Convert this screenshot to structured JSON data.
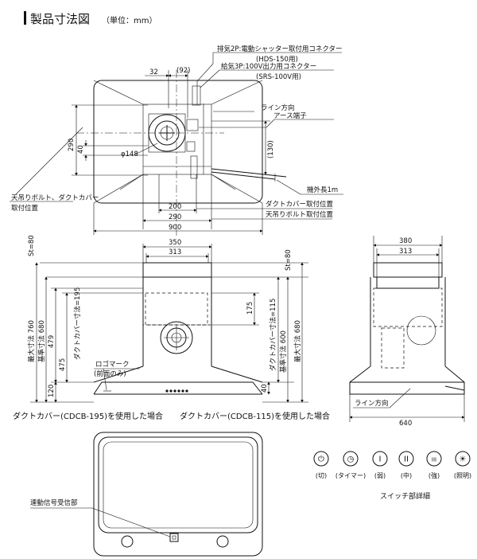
{
  "header": {
    "title": "製品寸法図",
    "unit": "（単位：mm）"
  },
  "top_view": {
    "labels": {
      "exhaust_connector": "排気2P:電動シャッター取付用コネクター",
      "exhaust_model": "(HDS-150用)",
      "supply_connector": "給気3P:100V出力用コネクター",
      "supply_model": "(SRS-100V用)",
      "line_direction": "ライン方向",
      "earth_terminal": "アース端子",
      "cord_length": "機外長1m",
      "duct_cover_pos": "ダクトカバー取付位置",
      "bolt_pos": "天吊りボルト取付位置",
      "bolt_duct_pos_1": "天吊りボルト、ダクトカバー",
      "bolt_duct_pos_2": "取付位置"
    },
    "dims": {
      "d32": "32",
      "d92": "(92)",
      "d290v": "290",
      "d40v": "40",
      "phi148": "φ148",
      "d130": "(130)",
      "d200": "200",
      "d290h": "290",
      "d900": "900"
    }
  },
  "front_view": {
    "dims": {
      "st80_left": "St=80",
      "st80_right": "St=80",
      "w350": "350",
      "w313": "313",
      "max760": "最大寸法 760",
      "std680_left": "基準寸法 680",
      "h479": "479",
      "h475": "475",
      "duct195": "ダクトカバー寸法=195",
      "h120": "120",
      "h175": "175",
      "std600": "基準寸法 600",
      "max680": "最大寸法 680",
      "duct115": "ダクトカバー寸法=115",
      "h40": "40"
    },
    "logo_mark": "ロゴマーク",
    "logo_note": "(前面のみ)",
    "caption_195": "ダクトカバー(CDCB-195)を使用した場合",
    "caption_115": "ダクトカバー(CDCB-115)を使用した場合"
  },
  "side_view": {
    "dims": {
      "w380": "380",
      "w313": "313",
      "w640": "640"
    },
    "line_direction": "ライン方向"
  },
  "bottom_view": {
    "sensor_label": "連動信号受信部"
  },
  "switch_detail": {
    "title": "スイッチ部詳細",
    "buttons": [
      {
        "icon": "power-icon",
        "symbol": "⏻",
        "label": "(切)"
      },
      {
        "icon": "timer-icon",
        "symbol": "◷",
        "label": "(タイマー)"
      },
      {
        "icon": "speed-1-icon",
        "symbol": "I",
        "label": "(弱)"
      },
      {
        "icon": "speed-2-icon",
        "symbol": "II",
        "label": "(中)"
      },
      {
        "icon": "speed-3-icon",
        "symbol": "III",
        "label": "(強)"
      },
      {
        "icon": "light-icon",
        "symbol": "☀",
        "label": "(照明)"
      }
    ]
  }
}
